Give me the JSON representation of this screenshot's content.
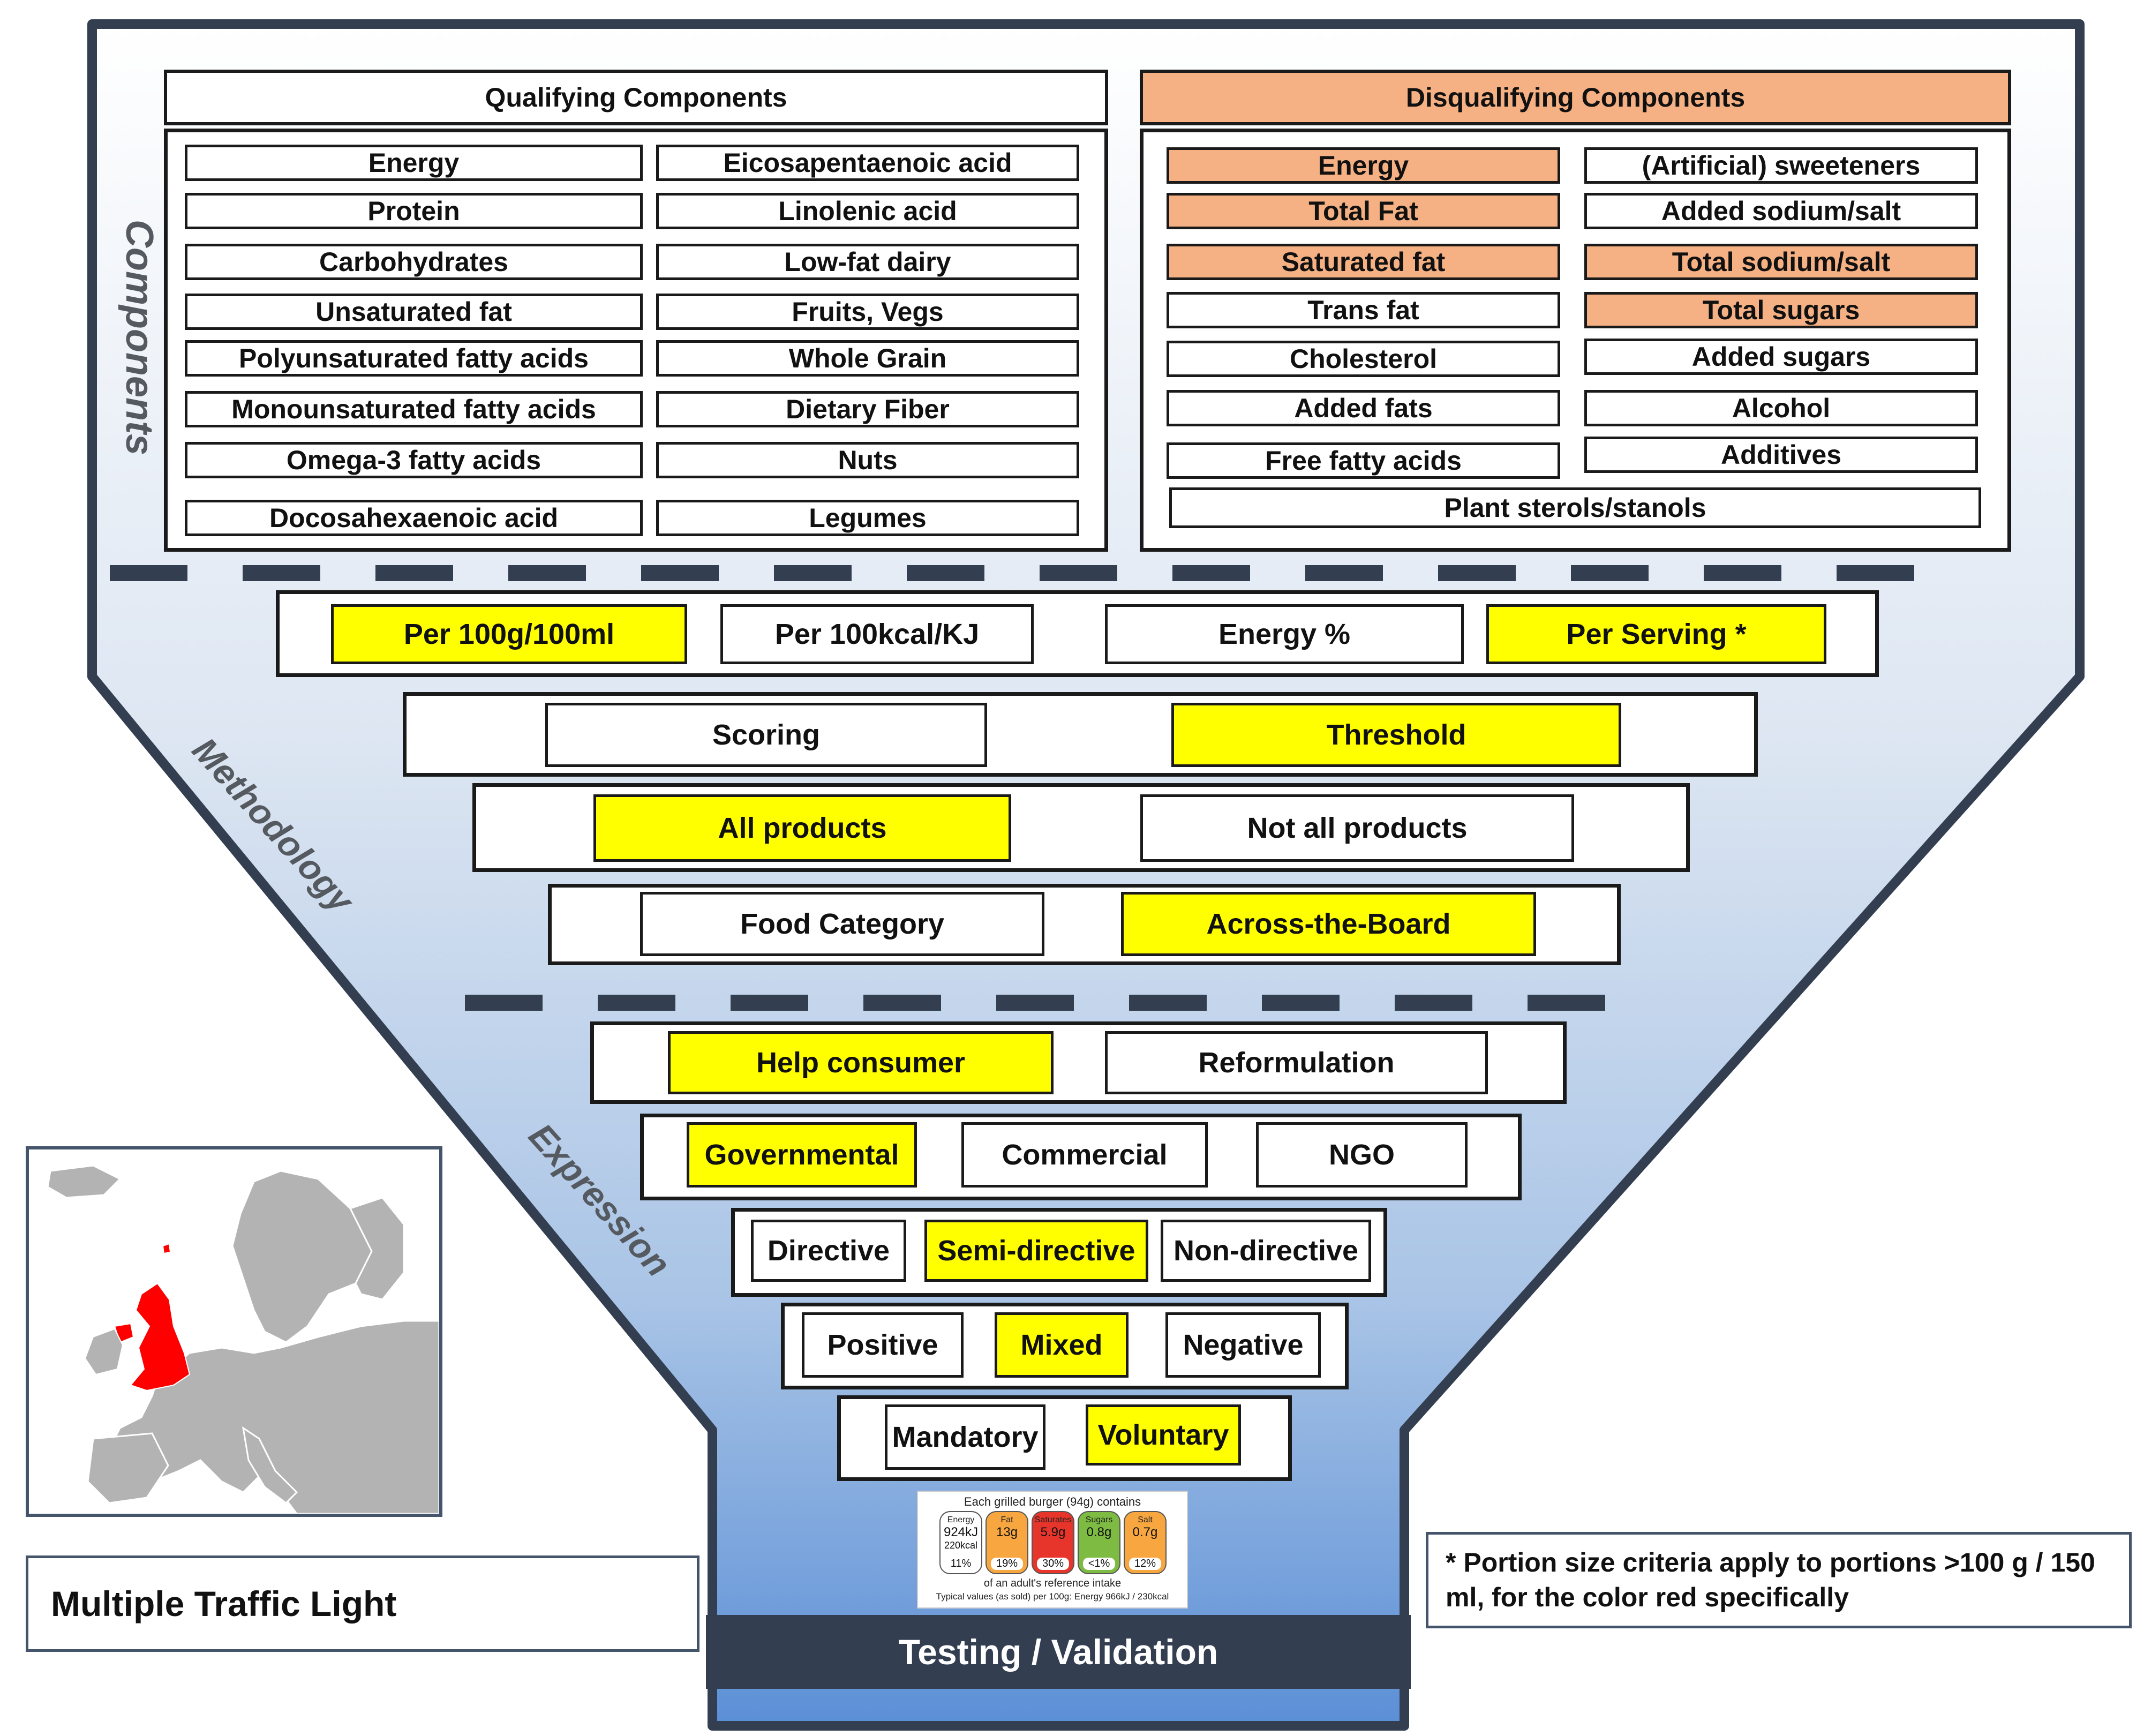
{
  "colors": {
    "highlight_yellow": "#ffff00",
    "highlight_orange": "#f5b183",
    "funnel_top": "#ffffff",
    "funnel_bottom": "#5b8fd6",
    "bar_dark": "#333f50"
  },
  "sections": {
    "components": "Components",
    "methodology": "Methodology",
    "expression": "Expression"
  },
  "qualifying": {
    "header": "Qualifying Components",
    "col1": [
      "Energy",
      "Protein",
      "Carbohydrates",
      "Unsaturated fat",
      "Polyunsaturated fatty acids",
      "Monounsaturated fatty acids",
      "Omega-3 fatty acids",
      "Docosahexaenoic acid"
    ],
    "col2": [
      "Eicosapentaenoic acid",
      "Linolenic acid",
      "Low-fat dairy",
      "Fruits, Vegs",
      "Whole Grain",
      "Dietary Fiber",
      "Nuts",
      "Legumes"
    ]
  },
  "disqualifying": {
    "header": "Disqualifying Components",
    "col1": [
      "Energy",
      "Total Fat",
      "Saturated fat",
      "Trans fat",
      "Cholesterol",
      "Added fats",
      "Free fatty acids"
    ],
    "col1_highlighted": [
      true,
      true,
      true,
      false,
      false,
      false,
      false
    ],
    "col2": [
      "(Artificial) sweeteners",
      "Added sodium/salt",
      "Total sodium/salt",
      "Total sugars",
      "Added sugars",
      "Alcohol",
      "Additives"
    ],
    "col2_highlighted": [
      false,
      false,
      true,
      true,
      false,
      false,
      false
    ],
    "full": "Plant sterols/stanols"
  },
  "methodology": {
    "reference": [
      {
        "label": "Per 100g/100ml",
        "highlighted": true
      },
      {
        "label": "Per 100kcal/KJ",
        "highlighted": false
      },
      {
        "label": "Energy %",
        "highlighted": false
      },
      {
        "label": "Per Serving *",
        "highlighted": true
      }
    ],
    "type": [
      {
        "label": "Scoring",
        "highlighted": false
      },
      {
        "label": "Threshold",
        "highlighted": true
      }
    ],
    "scope": [
      {
        "label": "All products",
        "highlighted": true
      },
      {
        "label": "Not all products",
        "highlighted": false
      }
    ],
    "category": [
      {
        "label": "Food Category",
        "highlighted": false
      },
      {
        "label": "Across-the-Board",
        "highlighted": true
      }
    ]
  },
  "expression": {
    "purpose": [
      {
        "label": "Help consumer",
        "highlighted": true
      },
      {
        "label": "Reformulation",
        "highlighted": false
      }
    ],
    "owner": [
      {
        "label": "Governmental",
        "highlighted": true
      },
      {
        "label": "Commercial",
        "highlighted": false
      },
      {
        "label": "NGO",
        "highlighted": false
      }
    ],
    "directiveness": [
      {
        "label": "Directive",
        "highlighted": false
      },
      {
        "label": "Semi-directive",
        "highlighted": true
      },
      {
        "label": "Non-directive",
        "highlighted": false
      }
    ],
    "framing": [
      {
        "label": "Positive",
        "highlighted": false
      },
      {
        "label": "Mixed",
        "highlighted": true
      },
      {
        "label": "Negative",
        "highlighted": false
      }
    ],
    "status": [
      {
        "label": "Mandatory",
        "highlighted": false
      },
      {
        "label": "Voluntary",
        "highlighted": true
      }
    ]
  },
  "label_image": {
    "top_text": "Each grilled burger (94g) contains",
    "columns": [
      {
        "name": "Energy",
        "value": "924kJ",
        "value2": "220kcal",
        "pct": "11%",
        "color": "#ffffff"
      },
      {
        "name": "Fat",
        "value": "13g",
        "pct": "19%",
        "color": "#f7a640"
      },
      {
        "name": "Saturates",
        "value": "5.9g",
        "pct": "30%",
        "color": "#e8352b"
      },
      {
        "name": "Sugars",
        "value": "0.8g",
        "pct": "<1%",
        "color": "#7dbb42"
      },
      {
        "name": "Salt",
        "value": "0.7g",
        "pct": "12%",
        "color": "#f7a640"
      }
    ],
    "ri_text": "of an adult's reference intake",
    "bottom_text": "Typical values (as sold) per 100g: Energy 966kJ / 230kcal"
  },
  "testing_bar": "Testing / Validation",
  "scheme_name": "Multiple Traffic Light",
  "footnote": "* Portion size criteria apply to portions >100 g / 150 ml, for the color red specifically",
  "map": {
    "highlighted_country": "United Kingdom",
    "highlight_color": "#ff0000",
    "land_color": "#b3b3b3"
  }
}
